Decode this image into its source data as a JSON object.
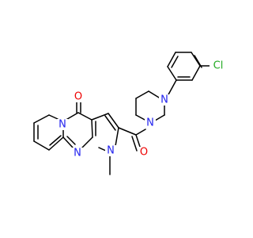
{
  "colors": {
    "background": "#ffffff",
    "carbon_bond": "#000000",
    "nitrogen": "#2222ee",
    "oxygen": "#ee0000",
    "chlorine": "#22aa22"
  },
  "atoms": {
    "n_ring_fusion": "N",
    "n_pyrimidine": "N",
    "n_methyl": "N",
    "n_piperazine_top": "N",
    "n_piperazine_bottom": "N",
    "o_ketone": "O",
    "o_amide": "O",
    "cl": "Cl"
  }
}
